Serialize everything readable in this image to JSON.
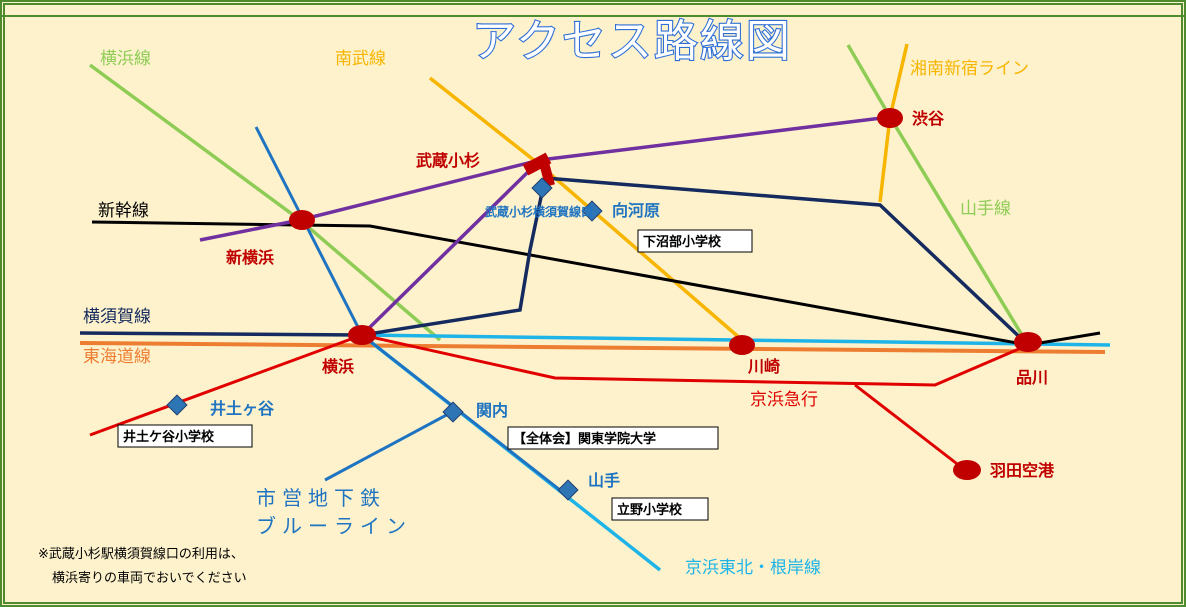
{
  "title": "アクセス路線図",
  "lines": {
    "yokohama": "横浜線",
    "nambu": "南武線",
    "shonan": "湘南新宿ライン",
    "yamanote": "山手線",
    "shinkansen": "新幹線",
    "yokosuka": "横須賀線",
    "tokaido": "東海道線",
    "keikyu": "京浜急行",
    "keihin_negishi": "京浜東北・根岸線",
    "subway_line1": "市営地下鉄",
    "subway_line2": "ブルーライン"
  },
  "stations": {
    "shibuya": "渋谷",
    "musashikosugi": "武蔵小杉",
    "musashikosugi_yokosuka": "武蔵小杉横須賀線口",
    "mukaigawara": "向河原",
    "shinyokohama": "新横浜",
    "yokohama": "横浜",
    "kawasaki": "川崎",
    "shinagawa": "品川",
    "haneda": "羽田空港",
    "idogaya": "井土ヶ谷",
    "kannai": "関内",
    "yamate": "山手"
  },
  "venues": {
    "shimonumabe": "下沼部小学校",
    "idogaya_school": "井土ケ谷小学校",
    "kanto_gakuin": "【全体会】関東学院大学",
    "tateno": "立野小学校"
  },
  "note": {
    "line1": "※武蔵小杉駅横須賀線口の利用は、",
    "line2": "横浜寄りの車両でおいでください"
  },
  "colors": {
    "background": "#fdf2cc",
    "border": "#4e8a2e",
    "yokohama_line": "#8fcc55",
    "nambu_line": "#f7b500",
    "yamanote_line": "#8fcc55",
    "shonan_line": "#f7b500",
    "purple_line": "#7030a0",
    "navy_line": "#152a5e",
    "shinkansen": "#000000",
    "tokaido": "#ed7d31",
    "keihin": "#1fb4e8",
    "subway": "#1f74c2",
    "keikyu": "#e00000",
    "station_red": "#c00000",
    "station_blue": "#1f74c2"
  }
}
